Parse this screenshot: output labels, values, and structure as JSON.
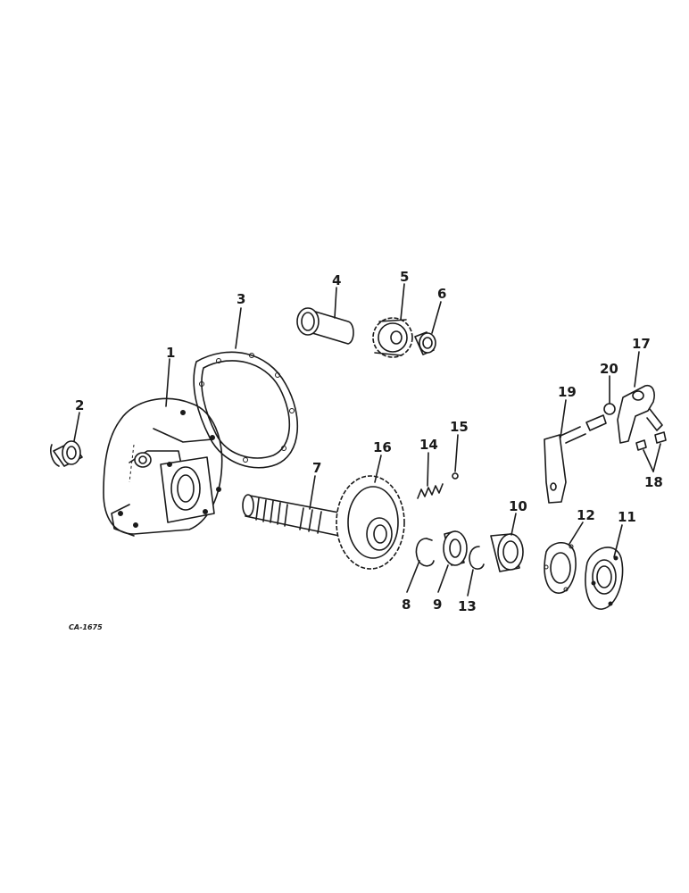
{
  "drawing_code": "CA-1675",
  "callouts": [
    {
      "id": "1",
      "label": "1"
    },
    {
      "id": "2",
      "label": "2"
    },
    {
      "id": "3",
      "label": "3"
    },
    {
      "id": "4",
      "label": "4"
    },
    {
      "id": "5",
      "label": "5"
    },
    {
      "id": "6",
      "label": "6"
    },
    {
      "id": "7",
      "label": "7"
    },
    {
      "id": "8",
      "label": "8"
    },
    {
      "id": "9",
      "label": "9"
    },
    {
      "id": "10",
      "label": "10"
    },
    {
      "id": "11",
      "label": "11"
    },
    {
      "id": "12",
      "label": "12"
    },
    {
      "id": "13",
      "label": "13"
    },
    {
      "id": "14",
      "label": "14"
    },
    {
      "id": "15",
      "label": "15"
    },
    {
      "id": "16",
      "label": "16"
    },
    {
      "id": "17",
      "label": "17"
    },
    {
      "id": "18",
      "label": "18"
    },
    {
      "id": "19",
      "label": "19"
    },
    {
      "id": "20",
      "label": "20"
    }
  ]
}
